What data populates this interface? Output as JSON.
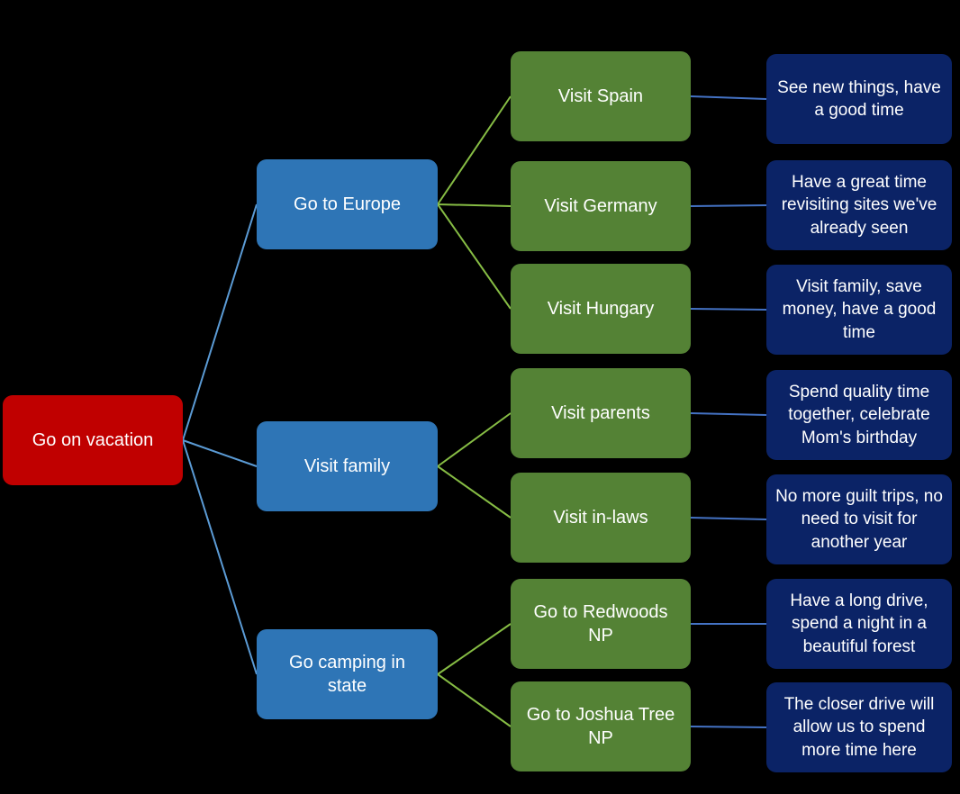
{
  "colors": {
    "background": "#000000",
    "root_node": "#C00000",
    "option_node": "#2E75B6",
    "sub_option_node": "#548235",
    "outcome_node": "#0B2366",
    "text": "#FFFFFF",
    "link_root_to_option": "#5B9BD5",
    "link_option_to_sub": "#86BC44",
    "link_sub_to_outcome": "#4472C4"
  },
  "tree": {
    "root": {
      "label": "Go on vacation"
    },
    "branches": [
      {
        "label": "Go to Europe",
        "children": [
          {
            "label": "Visit Spain",
            "outcome": "See new things, have a good time"
          },
          {
            "label": "Visit Germany",
            "outcome": "Have a great time revisiting sites we've already seen"
          },
          {
            "label": "Visit Hungary",
            "outcome": "Visit family, save money, have a good time"
          }
        ]
      },
      {
        "label": "Visit family",
        "children": [
          {
            "label": "Visit parents",
            "outcome": "Spend quality time together, celebrate Mom's birthday"
          },
          {
            "label": "Visit in-laws",
            "outcome": "No more guilt trips, no need to visit for another year"
          }
        ]
      },
      {
        "label": "Go camping in state",
        "children": [
          {
            "label": "Go to Redwoods NP",
            "outcome": "Have a long drive, spend a night in a beautiful forest"
          },
          {
            "label": "Go to Joshua Tree NP",
            "outcome": "The closer drive will allow us to spend more time here"
          }
        ]
      }
    ]
  }
}
